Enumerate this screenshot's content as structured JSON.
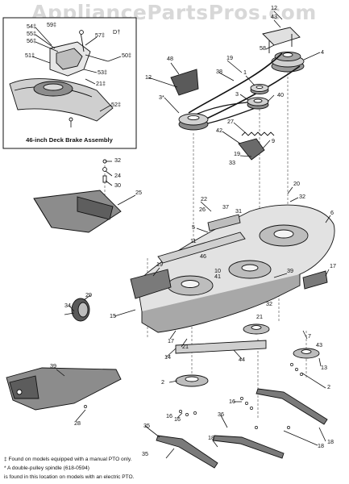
{
  "watermark": "AppliancePartsPros.com",
  "inset": {
    "title": "46-inch Deck Brake Assembly",
    "callouts": [
      "54‡",
      "55‡",
      "56‡",
      "59‡",
      "51‡",
      "57‡",
      "D†",
      "50‡",
      "53‡",
      "21‡",
      "52‡"
    ]
  },
  "callouts": [
    "12",
    "43",
    "58",
    "4",
    "48",
    "19",
    "38",
    "12",
    "3*",
    "1",
    "3",
    "40",
    "27",
    "42",
    "9",
    "19",
    "33",
    "32",
    "24",
    "30",
    "25",
    "20",
    "22",
    "26",
    "37",
    "31",
    "32",
    "6",
    "5",
    "11",
    "46",
    "10",
    "39",
    "41",
    "17",
    "19",
    "29",
    "34",
    "15",
    "17",
    "32",
    "21",
    "21",
    "7",
    "43",
    "14",
    "44",
    "2",
    "13",
    "2",
    "16",
    "16",
    "39",
    "28",
    "35",
    "36",
    "16",
    "18",
    "35",
    "18",
    "18"
  ],
  "footnotes": [
    "‡ Found on models equipped with a manual PTO only.",
    "* A double-pulley spindle (618-0594)",
    "is found in this location on models with an electric PTO."
  ]
}
